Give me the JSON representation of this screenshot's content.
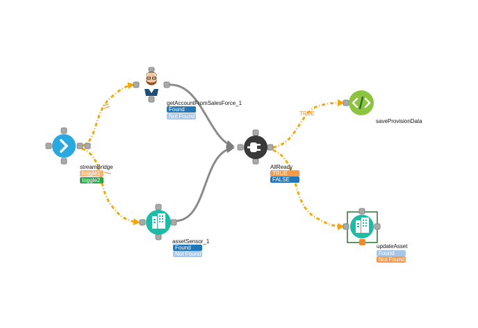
{
  "nodes": {
    "stream_bridge": {
      "name": "streamBridge",
      "ports": [
        "toggle1",
        "toggle2"
      ],
      "color": "#29a9e0",
      "icon": "chevron-right-icon"
    },
    "get_account": {
      "name": "getAccountFromSalesForce_1",
      "ports": [
        "Found",
        "Not Found"
      ],
      "icon": "person-avatar-icon"
    },
    "asset_sensor": {
      "name": "assetSensor_1",
      "ports": [
        "Found",
        "Not Found"
      ],
      "color": "#1ebba6",
      "icon": "building-icon"
    },
    "all_ready": {
      "name": "AllReady",
      "ports": [
        "TRUE",
        "FALSE"
      ],
      "color": "#3a3a3a",
      "icon": "plug-icon"
    },
    "save_provision": {
      "name": "saveProvisionData",
      "color": "#8cc43f",
      "icon": "code-icon"
    },
    "update_asset": {
      "name": "updateAsset",
      "ports": [
        "Found",
        "Not Found"
      ],
      "color": "#1ebba6",
      "icon": "building-icon",
      "selected": true
    }
  },
  "edges": {
    "true_label": "TRUE"
  },
  "colors": {
    "flow_active": "#f5a800",
    "flow_join": "#8a8a8a",
    "handle": "#a9a9a9",
    "selection": "#2d6e2d"
  }
}
